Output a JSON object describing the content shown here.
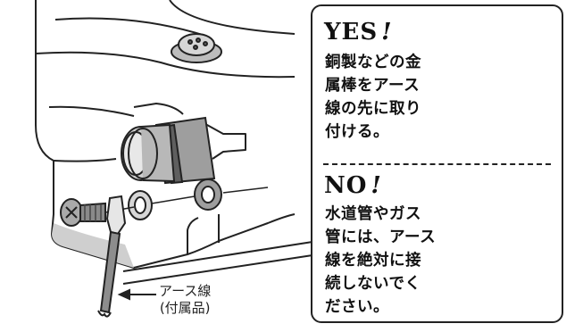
{
  "yes_panel": {
    "heading": "YES",
    "mark": "!",
    "text": "銅製などの金\n属棒をアース\n線の先に取り\n付ける。"
  },
  "no_panel": {
    "heading": "NO",
    "mark": "!",
    "text": "水道管やガス\n管には、アース\n線を絶対に接\n続しないでく\nださい。"
  },
  "wire_label": {
    "text": "アース線\n(付属品)"
  }
}
